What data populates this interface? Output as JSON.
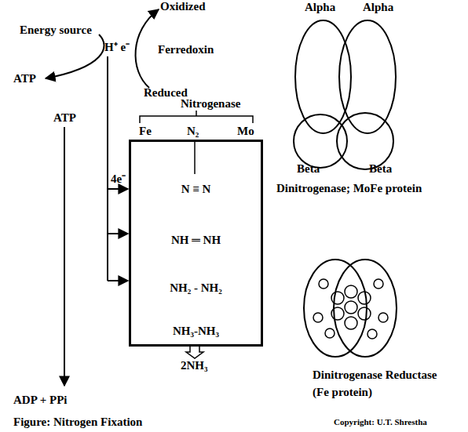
{
  "diagram": {
    "caption": "Figure: Nitrogen Fixation",
    "nodes": [
      {
        "text": [
          "Alpha"
        ]
      },
      {
        "text": [
          "Alpha"
        ]
      },
      {
        "text": [
          "Beta"
        ]
      },
      {
        "text": [
          "Beta"
        ]
      },
      {
        "text": [
          "N ≡ N",
          "NH ═ NH",
          "NH₂ - NH₂",
          "NH₃-NH₃"
        ]
      }
    ],
    "labels": [
      "Energy source",
      "Oxidized",
      "H⁺ e⁻",
      "Ferredoxin",
      "ATP",
      "Reduced",
      "Nitrogenase",
      "Fe",
      "N₂",
      "Mo",
      "ATP",
      "4e⁻",
      "2NH₃",
      "ADP + PPi",
      "Dinitrogenase; MoFe protein",
      "Dinitrogenase Reductase",
      "(Fe protein)",
      "Copyright: U.T. Shrestha"
    ]
  }
}
